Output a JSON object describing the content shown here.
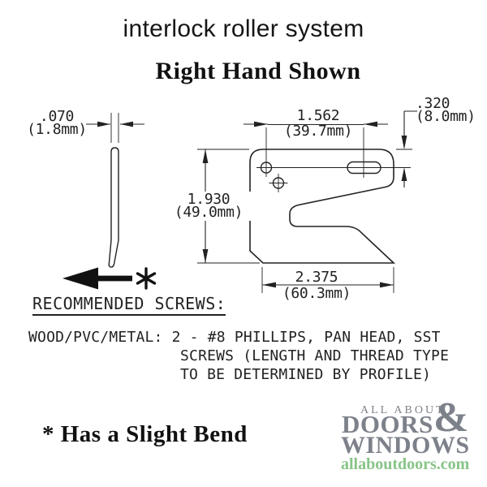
{
  "page": {
    "title": "interlock roller system",
    "subtitle": "Right Hand Shown"
  },
  "drawing": {
    "dimensions": {
      "thickness": {
        "in": ".070",
        "mm": "(1.8mm)"
      },
      "hole_to_slot": {
        "in": "1.562",
        "mm": "(39.7mm)"
      },
      "slot_offset": {
        "in": ".320",
        "mm": "(8.0mm)"
      },
      "height": {
        "in": "1.930",
        "mm": "(49.0mm)"
      },
      "length": {
        "in": "2.375",
        "mm": "(60.3mm)"
      }
    },
    "bend_marker": "*"
  },
  "notes": {
    "screws_heading": "RECOMMENDED SCREWS:",
    "screws_lines": [
      "WOOD/PVC/METAL: 2 - #8 PHILLIPS, PAN HEAD, SST",
      "SCREWS (LENGTH AND THREAD TYPE",
      "TO BE DETERMINED BY PROFILE)"
    ],
    "bend_note": "* Has a Slight Bend"
  },
  "logo": {
    "tagline_top": "ALL ABOUT",
    "name_line1": "DOORS",
    "ampersand": "&",
    "name_line2": "WINDOWS",
    "website": "allaboutdoors.com"
  },
  "colors": {
    "ink": "#222222",
    "logo_gray": "#7d818a",
    "logo_green": "#88c488"
  }
}
